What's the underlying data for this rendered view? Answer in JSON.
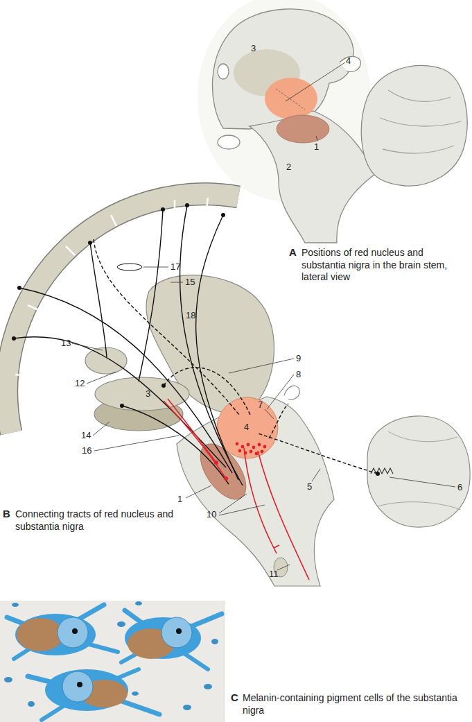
{
  "diagram": {
    "labels": [
      "3",
      "4",
      "2",
      "1",
      "A",
      "Positions of red nucleus and substantia nigra in the brain stem, lateral view",
      "17",
      "15",
      "18",
      "13",
      "9",
      "8",
      "12",
      "3",
      "7",
      "4",
      "14",
      "16",
      "1",
      "5",
      "6",
      "10",
      "11",
      "B",
      "Connecting tracts of red nucleus and substantia nigra",
      "C",
      "Melanin-containing pigment cells of the substantia nigra"
    ]
  }
}
